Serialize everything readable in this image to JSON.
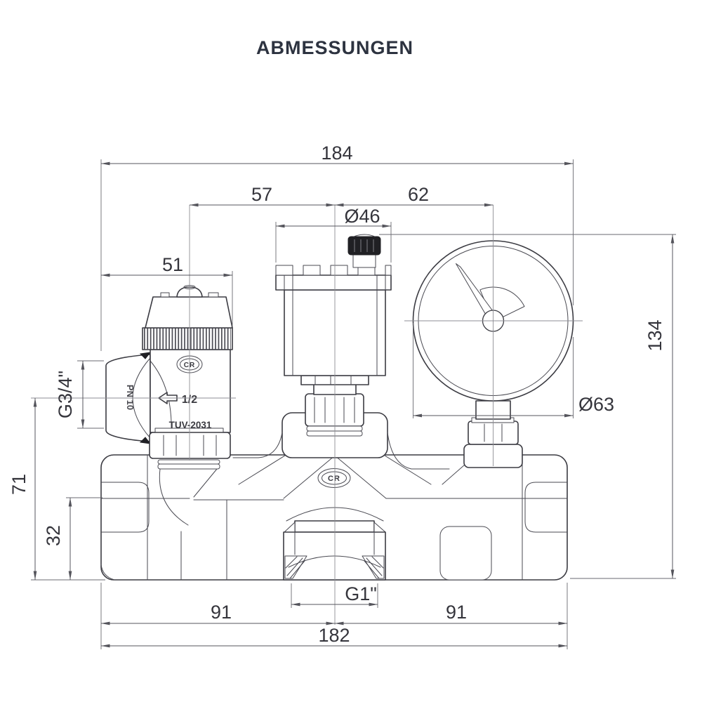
{
  "title": "ABMESSUNGEN",
  "dimensions": {
    "total_width": "184",
    "relief_to_vent": "57",
    "vent_to_gauge": "62",
    "vent_cap_diameter": "Ø46",
    "relief_valve_width": "51",
    "side_port_thread": "G3/4\"",
    "port_center_height": "71",
    "lower_body_height": "32",
    "left_half_span": "91",
    "right_half_span": "91",
    "end_to_end_width": "182",
    "bottom_port_thread": "G1\"",
    "gauge_diameter": "Ø63",
    "overall_height": "134"
  },
  "markings": {
    "pressure_rating": "PN 10",
    "size_marking": "1/2",
    "approval_marking": "TUV-2031",
    "logo_text": "CR"
  }
}
